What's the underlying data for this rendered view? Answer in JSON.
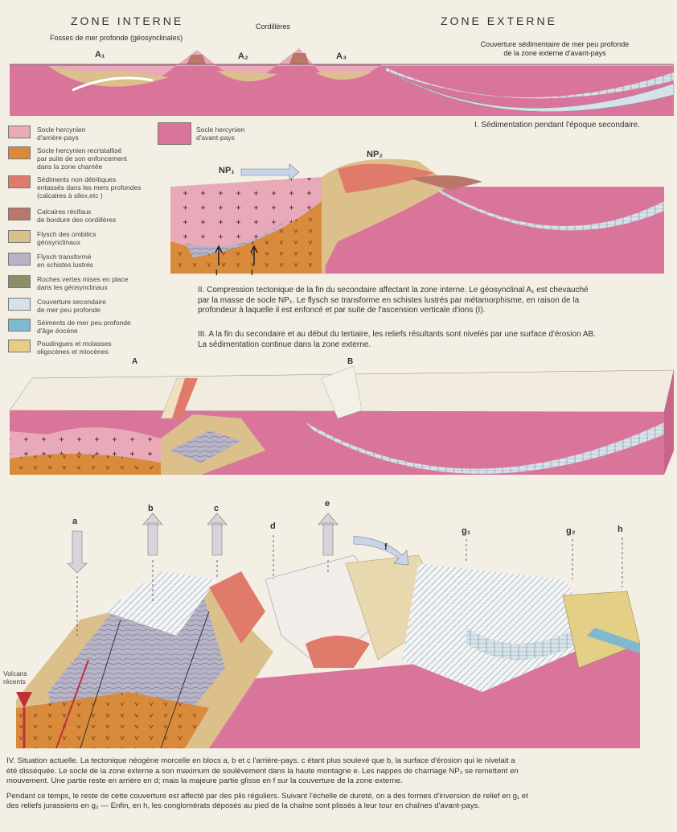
{
  "section1": {
    "zone_interne": "ZONE INTERNE",
    "zone_externe": "ZONE EXTERNE",
    "fosses_label": "Fosses de mer profonde (géosynclinales)",
    "cordilleres_label": "Cordillères",
    "a1": "A₁",
    "a2": "A₂",
    "a3": "A₃",
    "couverture_line1": "Couverture sédimentaire de mer peu profonde",
    "couverture_line2": "de la zone externe d'avant-pays",
    "caption": "I. Sédimentation pendant l'époque secondaire."
  },
  "legend": {
    "items": [
      {
        "line1": "Socle hercynien",
        "line2": "d'arrière-pays",
        "line3": "",
        "color": "#e8a9b8"
      },
      {
        "line1": "Socle hercynien recristallisé",
        "line2": "par suite de son enfoncement",
        "line3": "dans la zone charriée",
        "color": "#d98a3a"
      },
      {
        "line1": "Sédiments non détritiques",
        "line2": "entassés dans les mers profondes",
        "line3": "(calcaires à silex,etc )",
        "color": "#e07a6a"
      },
      {
        "line1": "Calcaires récifaux",
        "line2": "de bordure des cordillères",
        "line3": "",
        "color": "#b9776a"
      },
      {
        "line1": "Flysch des ombilics",
        "line2": "géosynclinaux",
        "line3": "",
        "color": "#dcc08c"
      },
      {
        "line1": "Flysch transformé",
        "line2": "en schistes lustrés",
        "line3": "",
        "color": "#b8b4c8"
      },
      {
        "line1": "Roches vertes mises en place",
        "line2": "dans les géosynclinaux",
        "line3": "",
        "color": "#8a8f6a"
      },
      {
        "line1": "Couverture secondaire",
        "line2": "de mer peu profonde",
        "line3": "",
        "color": "#d6e2ea"
      },
      {
        "line1": "Séiments de mer peu profonde",
        "line2": "d'âge éocène",
        "line3": "",
        "color": "#7fb8cf"
      },
      {
        "line1": "Poudingues et molasses",
        "line2": "oligocènes et miocènes",
        "line3": "",
        "color": "#e3cf85"
      }
    ],
    "avant_pays_line1": "Socle hercynien",
    "avant_pays_line2": "d'avant-pays",
    "avant_pays_color": "#d9759a"
  },
  "section2": {
    "np1": "NP₁",
    "np2": "NP₂",
    "i_left": "I",
    "i_right": "I",
    "caption_line1": "II. Compression tectonique de la fin du secondaire affectant la zone interne. Le géosynclinal A₁ est chevauché",
    "caption_line2": "par la masse de socle NP₁. Le flysch se transforme en schistes lustrés par métamorphisme, en raison de la",
    "caption_line3": "profondeur à laquelle il est enfoncé et par suite de l'ascension verticale d'ions (I)."
  },
  "section3": {
    "caption_line1": "III. A la fin du secondaire et au début du tertiaire, les reliefs résultants sont nivelés par une surface d'érosion AB.",
    "caption_line2": "La sédimentation continue dans la zone externe.",
    "label_a": "A",
    "label_b": "B"
  },
  "section4": {
    "labels": [
      "a",
      "b",
      "c",
      "d",
      "e",
      "f",
      "g₁",
      "g₂",
      "h"
    ],
    "volcans_line1": "Volcans",
    "volcans_line2": "récents",
    "caption_p1_line1": "IV. Situation actuelle. La tectonique néogène morcelle en blocs a, b et c l'arrière-pays. c étant plus soulevé que b, la surface d'érosion qui le nivelait a",
    "caption_p1_line2": "été disséquée. Le socle de la zone externe a son maximum de soulèvement dans la haute montagne e. Les nappes de charriage NP₂ se remettent en",
    "caption_p1_line3": "mouvement. Une partie reste en arrière en d; mais la majeure partie glisse en f sur la couverture de la zone externe.",
    "caption_p2_line1": "Pendant ce temps, le reste de cette couverture est affecté par des plis réguliers. Suivant l'échelle de dureté, on a des formes d'inversion de relief en g₁ et",
    "caption_p2_line2": "des reliefs jurassiens en g₂ — Enfin, en h, les conglomérats déposés au pied de la chaîne sont plissés à leur tour en chaînes d'avant-pays."
  }
}
